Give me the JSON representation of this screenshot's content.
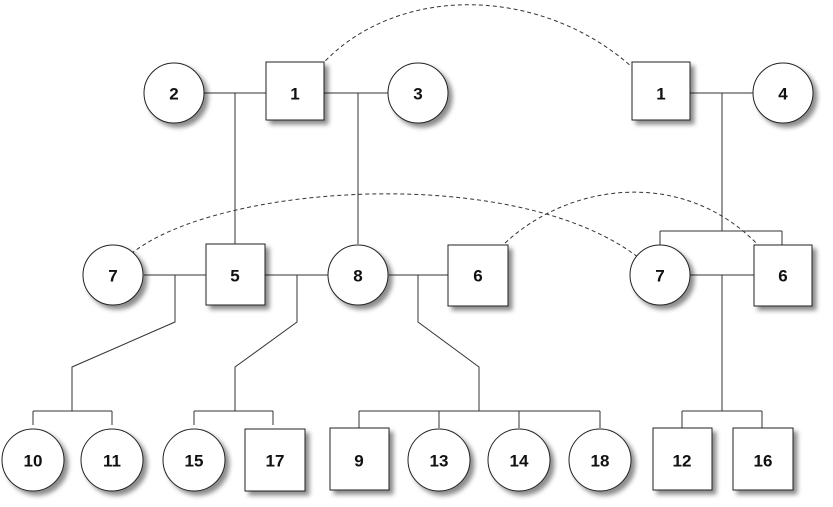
{
  "nodes": [
    {
      "id": "n2",
      "label": "2",
      "shape": "circle"
    },
    {
      "id": "n1a",
      "label": "1",
      "shape": "square"
    },
    {
      "id": "n3",
      "label": "3",
      "shape": "circle"
    },
    {
      "id": "n1b",
      "label": "1",
      "shape": "square"
    },
    {
      "id": "n4",
      "label": "4",
      "shape": "circle"
    },
    {
      "id": "n7a",
      "label": "7",
      "shape": "circle"
    },
    {
      "id": "n5",
      "label": "5",
      "shape": "square"
    },
    {
      "id": "n8",
      "label": "8",
      "shape": "circle"
    },
    {
      "id": "n6a",
      "label": "6",
      "shape": "square"
    },
    {
      "id": "n7b",
      "label": "7",
      "shape": "circle"
    },
    {
      "id": "n6b",
      "label": "6",
      "shape": "square"
    },
    {
      "id": "n10",
      "label": "10",
      "shape": "circle"
    },
    {
      "id": "n11",
      "label": "11",
      "shape": "circle"
    },
    {
      "id": "n15",
      "label": "15",
      "shape": "circle"
    },
    {
      "id": "n17",
      "label": "17",
      "shape": "square"
    },
    {
      "id": "n9",
      "label": "9",
      "shape": "square"
    },
    {
      "id": "n13",
      "label": "13",
      "shape": "circle"
    },
    {
      "id": "n14",
      "label": "14",
      "shape": "circle"
    },
    {
      "id": "n18",
      "label": "18",
      "shape": "circle"
    },
    {
      "id": "n12",
      "label": "12",
      "shape": "square"
    },
    {
      "id": "n16",
      "label": "16",
      "shape": "square"
    }
  ],
  "identity_links": [
    {
      "from": "n1a",
      "to": "n1b",
      "label": "1"
    },
    {
      "from": "n7a",
      "to": "n7b",
      "label": "7"
    },
    {
      "from": "n6a",
      "to": "n6b",
      "label": "6"
    }
  ]
}
